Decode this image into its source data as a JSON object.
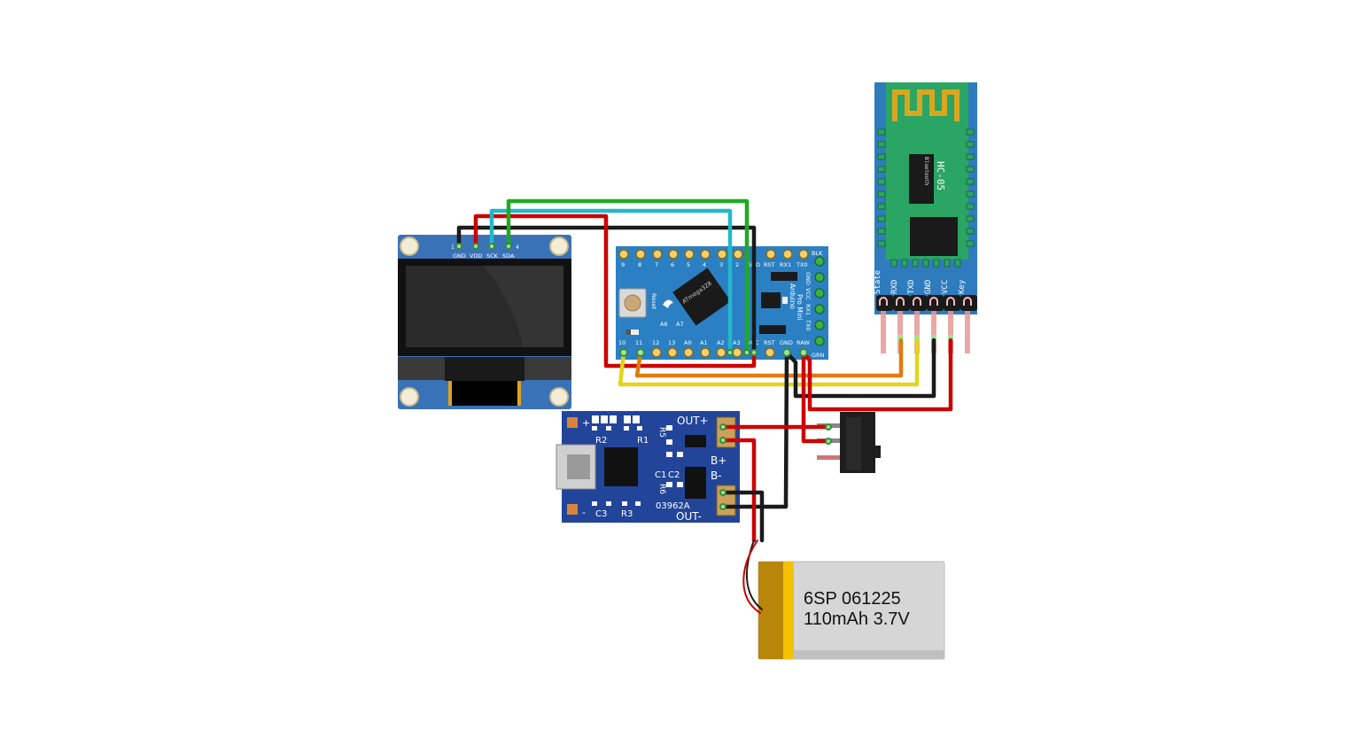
{
  "oled": {
    "pins": [
      "GND",
      "VDD",
      "SCK",
      "SDA"
    ],
    "pin_numbers": [
      "1",
      "4"
    ]
  },
  "arduino": {
    "top_pins": [
      "9",
      "8",
      "7",
      "6",
      "5",
      "4",
      "3",
      "2",
      "GND",
      "RST",
      "RX1",
      "TX0"
    ],
    "bottom_pins": [
      "10",
      "11",
      "12",
      "13",
      "A0",
      "A1",
      "A2",
      "A3",
      "VCC",
      "RST",
      "GND",
      "RAW"
    ],
    "side_pins": [
      "GND",
      "VCC",
      "RX1",
      "TX0"
    ],
    "corner_top": "BLK",
    "corner_bottom": "GRN",
    "chip_label": "ATmega328",
    "reset_label": "Reset",
    "analog_extra": [
      "A6",
      "A7"
    ],
    "board_name": "Arduino",
    "board_model": "Pro Mini"
  },
  "bluetooth": {
    "title": "HC-05",
    "subtitle": "Bluetooth",
    "pins": [
      "State",
      "RXD",
      "TXD",
      "GND",
      "VCC",
      "Key"
    ]
  },
  "charger": {
    "out_plus": "OUT+",
    "out_minus": "OUT-",
    "b_plus": "B+",
    "b_minus": "B-",
    "plus": "+",
    "minus": "-",
    "components": [
      "R2",
      "R1",
      "R5",
      "C1",
      "C2",
      "R6",
      "C3",
      "R3"
    ],
    "ic_code": "03962A"
  },
  "battery": {
    "line1": "6SP 061225",
    "line2": "110mAh 3.7V"
  },
  "colors": {
    "arduino_board": "#2b80c4",
    "bt_module_board": "#2e7bbd",
    "bt_inner_board": "#2aa564",
    "charger_board": "#22459a",
    "oled_board": "#3a72b8",
    "battery_label": "#b8860b",
    "wire_red": "#cc0000",
    "wire_black": "#1a1a1a",
    "wire_green": "#1faa1f",
    "wire_cyan": "#22b8c8",
    "wire_yellow": "#e5d21a",
    "wire_orange": "#e07b10"
  }
}
